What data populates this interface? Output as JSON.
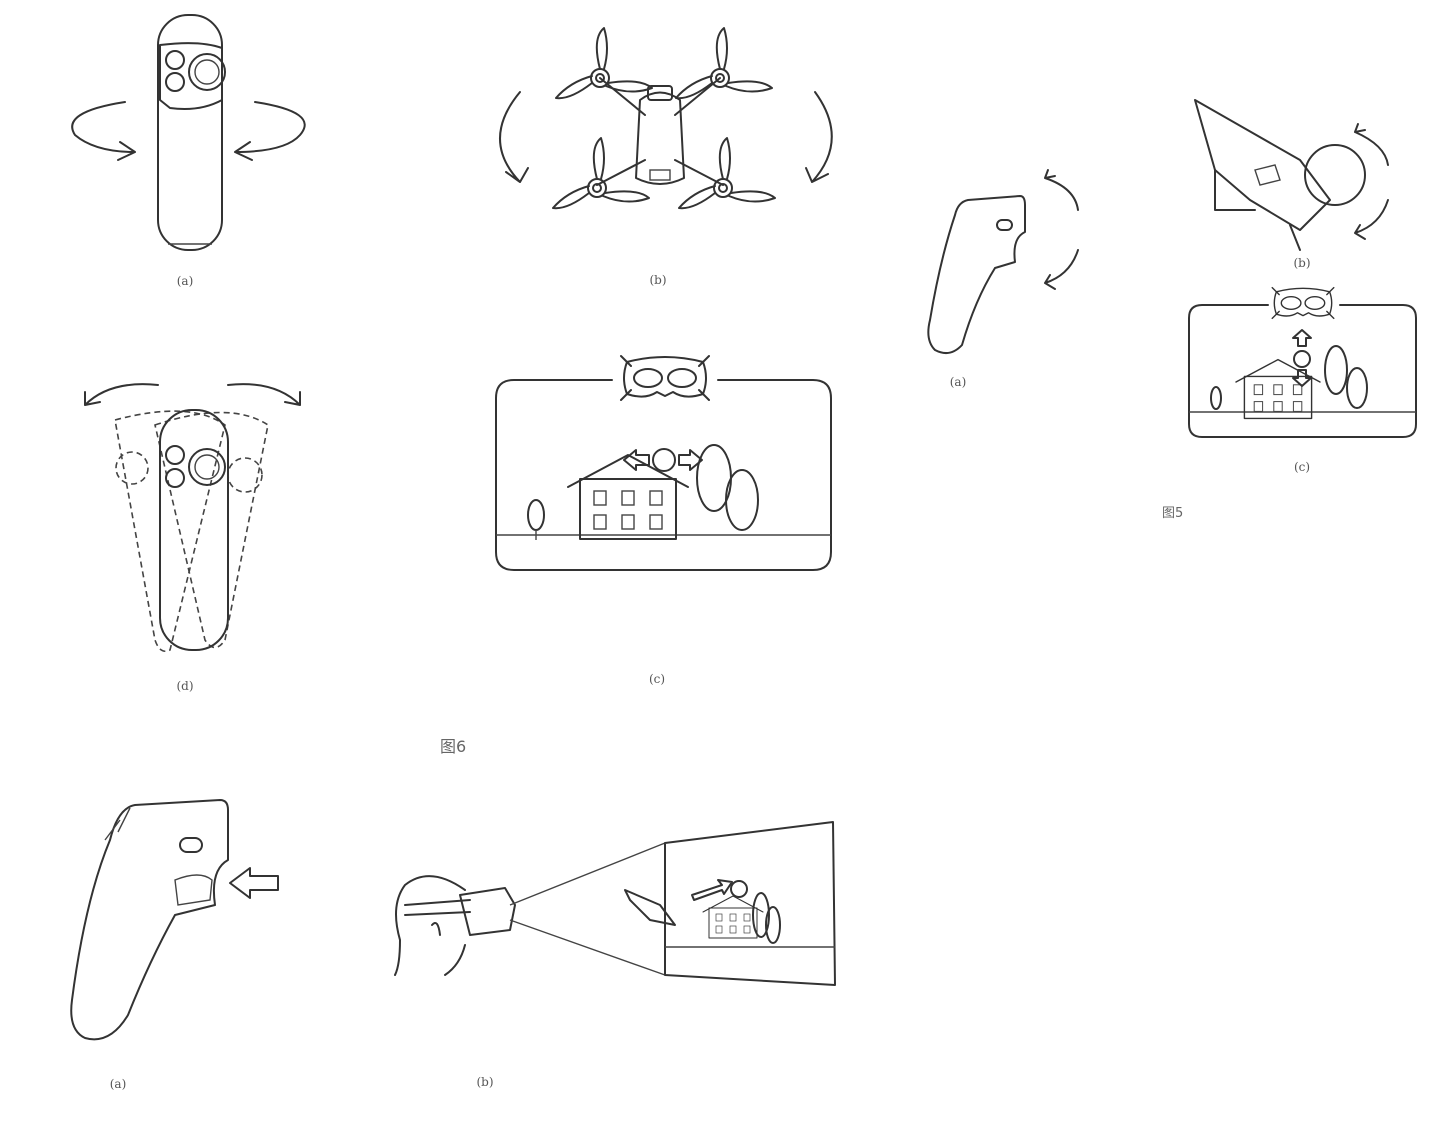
{
  "figure6": {
    "caption": "图6",
    "labels": {
      "a": "(a)",
      "b": "(b)",
      "c": "(c)",
      "d": "(d)"
    }
  },
  "figure5": {
    "caption": "图5",
    "labels": {
      "a": "(a)",
      "b": "(b)",
      "c": "(c)"
    }
  },
  "figure7": {
    "labels": {
      "a": "(a)",
      "b": "(b)"
    }
  },
  "colors": {
    "line": "#333333",
    "label": "#555555"
  }
}
